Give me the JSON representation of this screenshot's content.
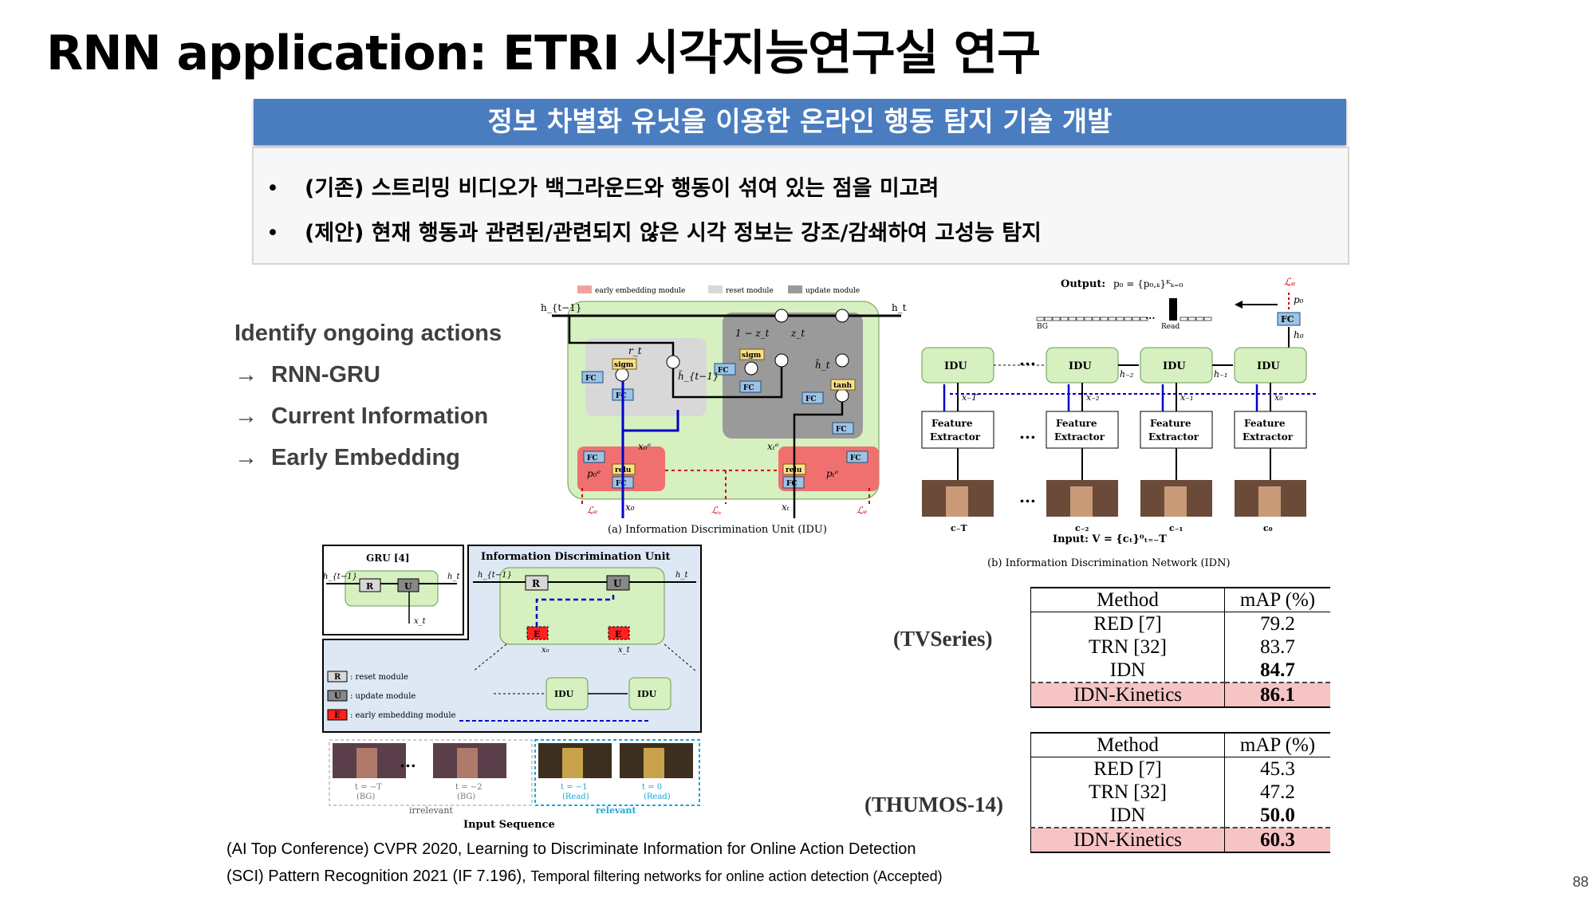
{
  "slide": {
    "title": "RNN application: ETRI 시각지능연구실 연구",
    "banner": "정보 차별화 유닛을 이용한 온라인 행동 탐지 기술 개발",
    "bullets": [
      "(기존) 스트리밍 비디오가 백그라운드와 행동이 섞여 있는 점을 미고려",
      "(제안) 현재 행동과 관련된/관련되지 않은 시각 정보는 강조/감쇄하여 고성능 탐지"
    ],
    "bullet_marker": "•",
    "left_list": {
      "heading": "Identify ongoing actions",
      "arrow": "→",
      "items": [
        "RNN-GRU",
        "Current Information",
        "Early Embedding"
      ]
    },
    "references": [
      {
        "prefix": "(AI Top Conference) CVPR 2020,",
        "text": "Learning to Discriminate Information for Online Action Detection"
      },
      {
        "prefix": "(SCI) Pattern Recognition 2021 (IF 7.196),",
        "text": "Temporal filtering networks for online action detection (Accepted)"
      }
    ],
    "page_number": "88"
  },
  "idu_figure": {
    "legend": [
      "early embedding module",
      "reset module",
      "update module"
    ],
    "caption": "(a) Information Discrimination Unit (IDU)",
    "labels": {
      "fc": "FC",
      "sigm": "sigm",
      "relu": "relu",
      "tanh": "tanh",
      "h_prev": "h_{t−1}",
      "h_t": "h_t",
      "r_t": "r_t",
      "z_t": "z_t",
      "one_minus_z": "1 − z_t",
      "h_tilde": "h̃_t",
      "h_tilde_prev": "h̃_{t−1}",
      "x0e": "x₀ᵉ",
      "xte": "xₜᵉ",
      "p0e": "p₀ᵉ",
      "pte": "pₜᵉ",
      "x0": "x₀",
      "xt": "xₜ",
      "Le": "ℒₑ",
      "Lc": "ℒ꜀",
      "Le2": "ℒₑ"
    }
  },
  "idn_figure": {
    "output_label": "Output:",
    "output_formula": "p₀ = {p₀,ₖ}ᴷₖ₌₀",
    "bg_label": "BG",
    "read_label": "Read",
    "ellipsis": "...",
    "la": "ℒₐ",
    "p0": "p₀",
    "h0": "h₀",
    "idu_label": "IDU",
    "fe_label": "Feature Extractor",
    "x_labels": [
      "x₋T",
      "x₋₂",
      "x₋₁",
      "x₀"
    ],
    "h_labels": [
      "h₋₂",
      "h₋₁"
    ],
    "c_labels": [
      "c₋T",
      "c₋₂",
      "c₋₁",
      "c₀"
    ],
    "input_label": "Input:  V = {cₜ}⁰ₜ₌₋T",
    "caption": "(b) Information Discrimination Network (IDN)"
  },
  "gru_figure": {
    "gru_title": "GRU [4]",
    "idu_title": "Information Discrimination Unit",
    "r": "R",
    "u": "U",
    "e": "E",
    "ht_prev": "h_{t−1}",
    "ht": "h_t",
    "xt": "x_t",
    "x0": "x₀",
    "legend": [
      {
        "key": "R",
        "text": ": reset module"
      },
      {
        "key": "U",
        "text": ": update module"
      },
      {
        "key": "E",
        "text": ": early embedding module"
      }
    ],
    "idu_label": "IDU",
    "frames": [
      {
        "t": "t = −T",
        "tag": "(BG)"
      },
      {
        "t": "t = −2",
        "tag": "(BG)"
      },
      {
        "t": "t = −1",
        "tag": "(Read)"
      },
      {
        "t": "t = 0",
        "tag": "(Read)"
      }
    ],
    "irrelevant": "irrelevant",
    "relevant": "relevant",
    "input_sequence": "Input Sequence"
  },
  "results": {
    "tvseries": {
      "dataset": "(TVSeries)",
      "header": [
        "Method",
        "mAP (%)"
      ],
      "rows": [
        {
          "method": "RED [7]",
          "map": "79.2"
        },
        {
          "method": "TRN [32]",
          "map": "83.7"
        },
        {
          "method": "IDN",
          "map": "84.7"
        },
        {
          "method": "IDN-Kinetics",
          "map": "86.1"
        }
      ]
    },
    "thumos": {
      "dataset": "(THUMOS-14)",
      "header": [
        "Method",
        "mAP (%)"
      ],
      "rows": [
        {
          "method": "RED [7]",
          "map": "45.3"
        },
        {
          "method": "TRN [32]",
          "map": "47.2"
        },
        {
          "method": "IDN",
          "map": "50.0"
        },
        {
          "method": "IDN-Kinetics",
          "map": "60.3"
        }
      ]
    }
  },
  "colors": {
    "banner": "#4a7cc0",
    "early_embedding": "#f4a0a0",
    "reset": "#d8d8d8",
    "update": "#9a9a9a",
    "idu_green": "#d6f0c0",
    "fc_blue": "#9dc3e6",
    "highlight_row": "#f7c4c6"
  }
}
